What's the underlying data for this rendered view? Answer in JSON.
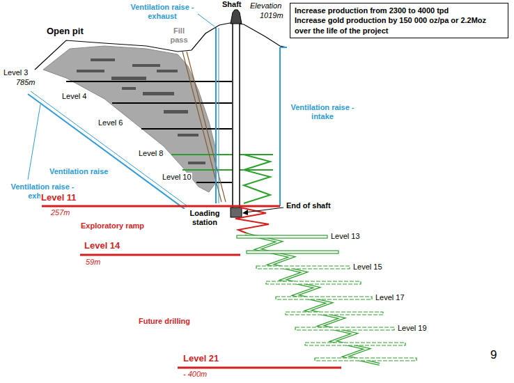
{
  "diagram": {
    "nodes": [
      {
        "text": [
          "Increase production from 2300 to 4000 tpd",
          "Increase gold production by 150 000 oz/pa or 2.2Moz over the life of the project"
        ]
      }
    ],
    "labels": [
      "Ventilation raise - exhaust",
      "Shaft",
      "Elevation",
      "1019m",
      "Fill pass",
      "Open pit",
      "Level 3",
      "785m",
      "Level 4",
      "Ventilation raise - exhaust",
      "Level 6",
      "Ventilation raise - intake",
      "Level 8",
      "Ventilation raise",
      "Level 10",
      "Level 11",
      "257m",
      "Loading station",
      "End of shaft",
      "Exploratory ramp",
      "Level 13",
      "Level 14",
      "59m",
      "Level 15",
      "Level 17",
      "Future drilling",
      "Level 19",
      "9",
      "Level 21",
      "- 400m"
    ]
  }
}
